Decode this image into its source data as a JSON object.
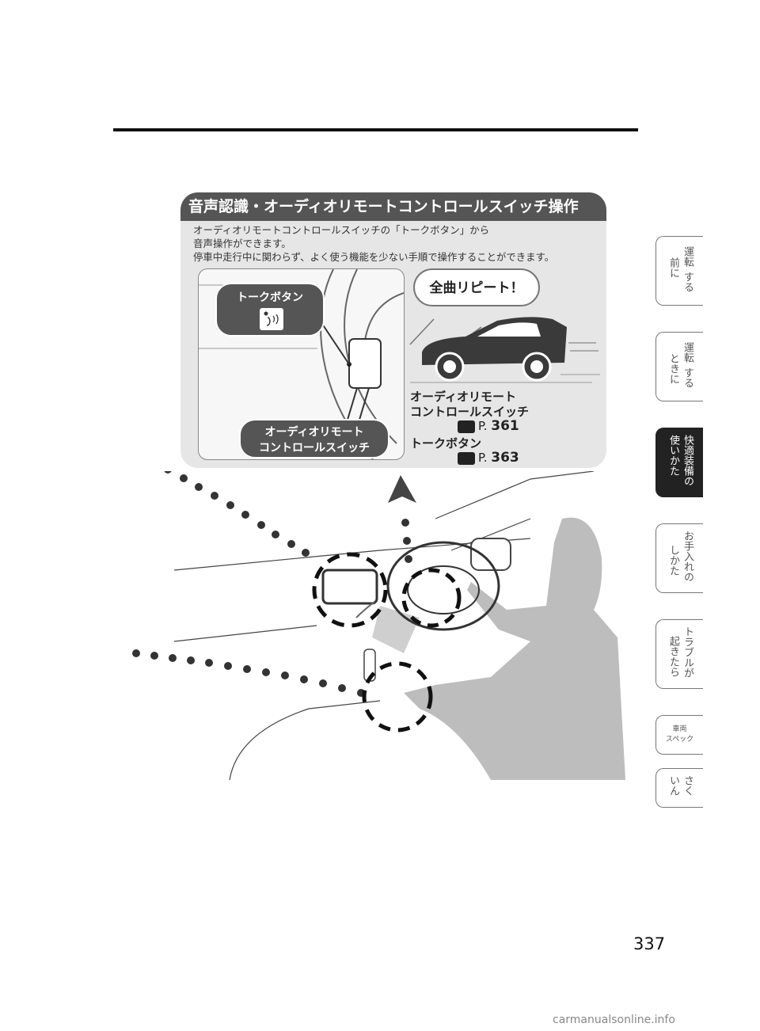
{
  "panel": {
    "title": "音声認識・オーディオリモートコントロールスイッチ操作",
    "line1": "オーディオリモートコントロールスイッチの「トークボタン」から",
    "line2": "音声操作ができます。",
    "line3": "停車中走行中に関わらず、よく使う機能を少ない手順で操作することができます。",
    "talk_button_label": "トークボタン",
    "audio_switch_label_line1": "オーディオリモート",
    "audio_switch_label_line2": "コントロールスイッチ",
    "bubble_text": "全曲リピート！",
    "ref_audio_line1": "オーディオリモート",
    "ref_audio_line2": "コントロールスイッチ",
    "ref_audio_page_prefix": "P.",
    "ref_audio_page": "361",
    "ref_talk": "トークボタン",
    "ref_talk_page_prefix": "P.",
    "ref_talk_page": "363"
  },
  "tabs": [
    {
      "col1": "運転",
      "col2": "前に",
      "col3": "する"
    },
    {
      "col1": "運転",
      "col2": "ときに",
      "col3": "する"
    },
    {
      "col1": "快適装備の",
      "col2": "使いかた"
    },
    {
      "col1": "お手入れの",
      "col2": "しかた"
    },
    {
      "col1": "トラブルが",
      "col2": "起きたら"
    },
    {
      "line1": "車両",
      "line2": "スペック"
    },
    {
      "col1": "さく",
      "col2": "いん"
    }
  ],
  "colors": {
    "panel_title_bg": "#555555",
    "panel_bg": "#e6e6e6",
    "active_tab_bg": "#222222"
  },
  "page_number": "337",
  "watermark": "carmanualsonline.info"
}
